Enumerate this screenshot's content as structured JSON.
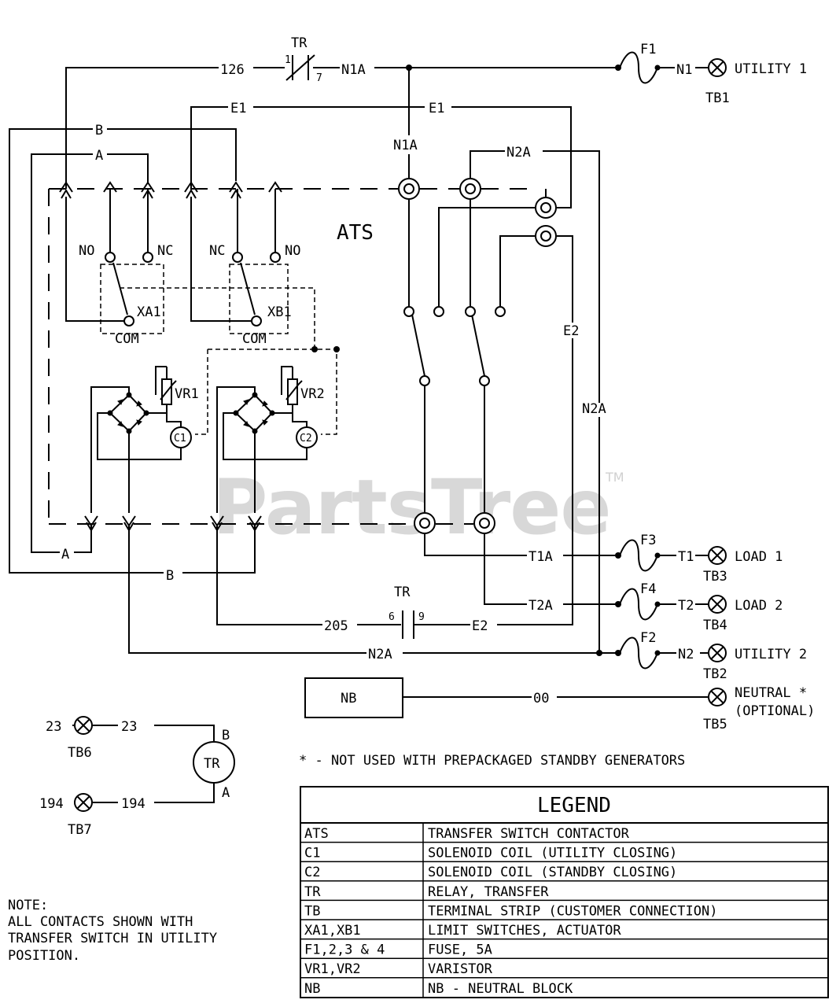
{
  "watermark": {
    "text": "PartsTree",
    "tm": "TM"
  },
  "ats_label": "ATS",
  "wires": {
    "w126": "126",
    "n1a": "N1A",
    "n1a_drop": "N1A",
    "n1": "N1",
    "e1_left": "E1",
    "e1_right": "E1",
    "b_top": "B",
    "a_top": "A",
    "b_bottom": "B",
    "a_bottom": "A",
    "n2a_top": "N2A",
    "e2_right": "E2",
    "n2a_right": "N2A",
    "t1a": "T1A",
    "t1": "T1",
    "t2a": "T2A",
    "t2": "T2",
    "w205": "205",
    "e2_bottom": "E2",
    "n2a_bottom": "N2A",
    "n2": "N2",
    "w00": "00",
    "w23": "23",
    "w194": "194"
  },
  "relay": {
    "top_label": "TR",
    "top_pin1": "1",
    "top_pin7": "7",
    "bottom_label": "TR",
    "bottom_pin6": "6",
    "bottom_pin9": "9",
    "coil_label": "TR",
    "coil_b": "B",
    "coil_a": "A"
  },
  "fuses": {
    "f1": "F1",
    "f2": "F2",
    "f3": "F3",
    "f4": "F4"
  },
  "switches": {
    "xa1": "XA1",
    "xb1": "XB1",
    "com1": "COM",
    "com2": "COM",
    "no1": "NO",
    "nc1": "NC",
    "nc2": "NC",
    "no2": "NO"
  },
  "varistors": {
    "vr1": "VR1",
    "vr2": "VR2",
    "c1": "C1",
    "c2": "C2"
  },
  "terminals": [
    {
      "name": "UTILITY 1",
      "tb": "TB1"
    },
    {
      "name": "LOAD 1",
      "tb": "TB3"
    },
    {
      "name": "LOAD 2",
      "tb": "TB4"
    },
    {
      "name": "UTILITY 2",
      "tb": "TB2"
    },
    {
      "name": "NEUTRAL *",
      "sub": "(OPTIONAL)",
      "tb": "TB5"
    }
  ],
  "tb6": {
    "left": "23",
    "tb": "TB6"
  },
  "tb7": {
    "left": "194",
    "tb": "TB7"
  },
  "nb_box": "NB",
  "footnote": "* - NOT USED WITH PREPACKAGED STANDBY GENERATORS",
  "note": [
    "NOTE:",
    "ALL CONTACTS SHOWN WITH",
    "TRANSFER SWITCH IN UTILITY",
    "POSITION."
  ],
  "legend": {
    "title": "LEGEND",
    "rows": [
      {
        "code": "ATS",
        "desc": "TRANSFER SWITCH CONTACTOR"
      },
      {
        "code": "C1",
        "desc": "SOLENOID COIL (UTILITY CLOSING)"
      },
      {
        "code": "C2",
        "desc": "SOLENOID COIL (STANDBY CLOSING)"
      },
      {
        "code": "TR",
        "desc": "RELAY, TRANSFER"
      },
      {
        "code": "TB",
        "desc": "TERMINAL STRIP (CUSTOMER CONNECTION)"
      },
      {
        "code": "XA1,XB1",
        "desc": "LIMIT SWITCHES, ACTUATOR"
      },
      {
        "code": "F1,2,3 & 4",
        "desc": "FUSE, 5A"
      },
      {
        "code": "VR1,VR2",
        "desc": "VARISTOR"
      },
      {
        "code": "NB",
        "desc": "NB - NEUTRAL BLOCK"
      }
    ]
  }
}
